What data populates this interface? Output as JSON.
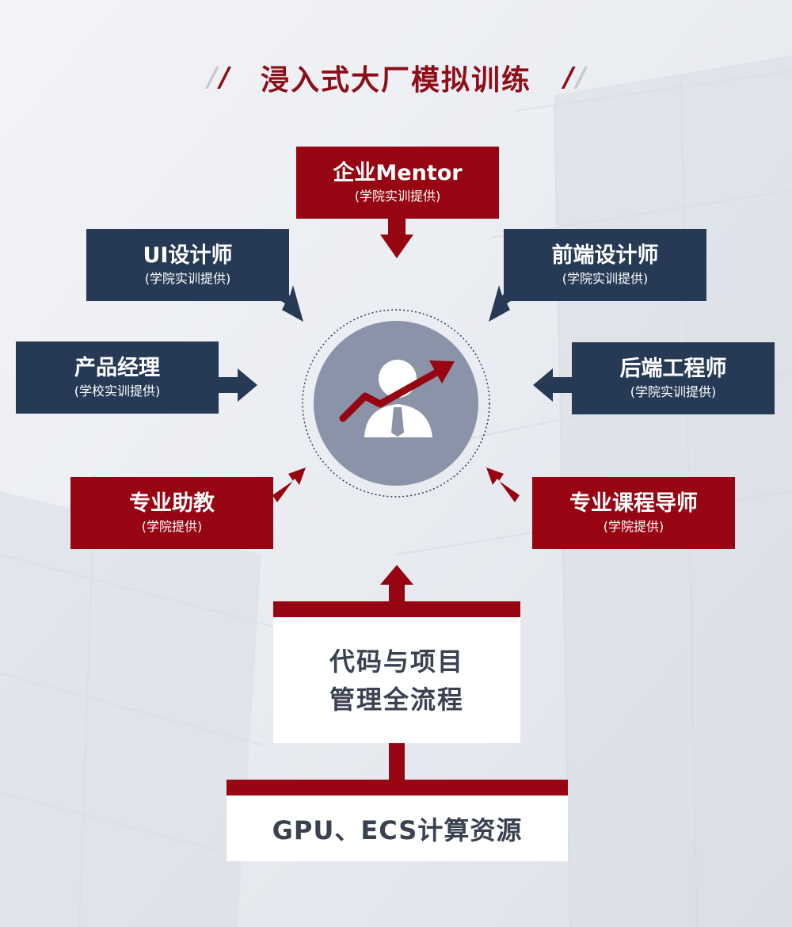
{
  "title": "浸入式大厂模拟训练",
  "nodes": {
    "mentor": {
      "title": "企业Mentor",
      "sub": "(学院实训提供)"
    },
    "ui": {
      "title": "UI设计师",
      "sub": "(学院实训提供)"
    },
    "frontend": {
      "title": "前端设计师",
      "sub": "(学院实训提供)"
    },
    "product": {
      "title": "产品经理",
      "sub": "(学校实训提供)"
    },
    "backend": {
      "title": "后端工程师",
      "sub": "(学院实训提供)"
    },
    "assistant": {
      "title": "专业助教",
      "sub": "(学院提供)"
    },
    "tutor": {
      "title": "专业课程导师",
      "sub": "(学院提供)"
    }
  },
  "process": {
    "line1": "代码与项目",
    "line2": "管理全流程"
  },
  "resources": {
    "label": "GPU、ECS计算资源"
  },
  "colors": {
    "red": "#960511",
    "navy": "#263a55",
    "circle": "#8a93a7"
  },
  "icons": {
    "center": "businessman-growth-icon"
  }
}
